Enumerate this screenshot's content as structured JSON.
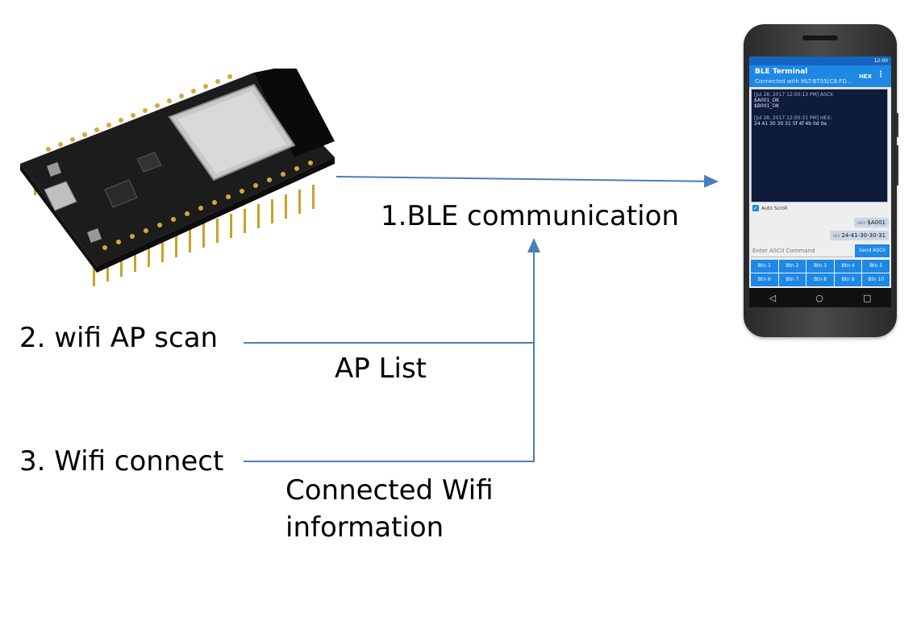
{
  "labels": {
    "ble": "1.BLE communication",
    "scan": "2. wifi AP scan",
    "aplist": "AP List",
    "connect": "3. Wifi connect",
    "connected_line1": "Connected Wifi",
    "connected_line2": "information"
  },
  "phone": {
    "status_time": "12:00",
    "app_title": "BLE Terminal",
    "app_subtitle": "Connected with MLT-BT05[C8:FD...",
    "hex_action": "HEX",
    "terminal": {
      "entry1_meta": "[Jul 28, 2017 12:00:13 PM] ASCII:",
      "entry1_line1": "$A001_OK",
      "entry1_line2": "$B001_OK",
      "entry2_meta": "[Jul 28, 2017 12:00:31 PM] HEX:",
      "entry2_line1": "24 41 30 30 31 5f 4f 4b 0d 0a"
    },
    "auto_scroll": "Auto Scroll",
    "sent": [
      {
        "tag": "ASCII",
        "value": "$A001"
      },
      {
        "tag": "HEX",
        "value": "24-41-30-30-31"
      }
    ],
    "input_placeholder": "Enter ASCII Command",
    "send_button": "Send ASCII",
    "buttons": [
      "Btn 1",
      "Btn 2",
      "Btn 3",
      "Btn 4",
      "Btn 5",
      "Btn 6",
      "Btn 7",
      "Btn 8",
      "Btn 9",
      "Btn 10"
    ]
  },
  "colors": {
    "connector": "#4a7ebb",
    "app_blue": "#1e88e5",
    "terminal_bg": "#0f1b3a"
  }
}
